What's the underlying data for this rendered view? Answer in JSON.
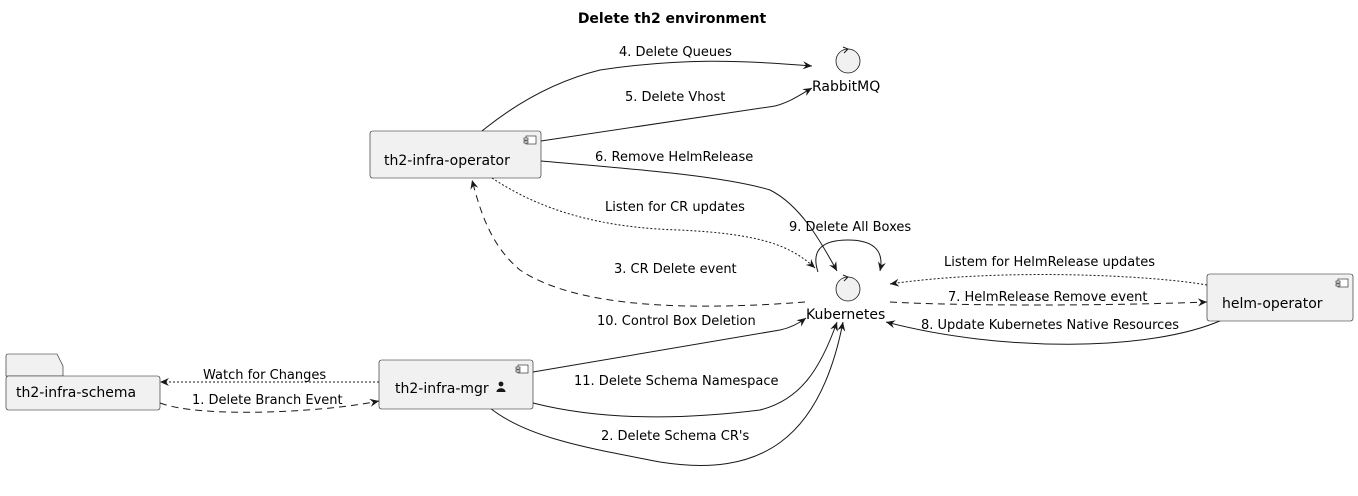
{
  "diagram": {
    "title": "Delete th2 environment",
    "nodes": {
      "infra_operator": "th2-infra-operator",
      "infra_mgr": "th2-infra-mgr",
      "infra_schema": "th2-infra-schema",
      "helm_operator": "helm-operator",
      "rabbitmq": "RabbitMQ",
      "kubernetes": "Kubernetes"
    },
    "edges": {
      "e1": "1. Delete Branch Event",
      "e2": "2. Delete Schema CR's",
      "e3": "3. CR Delete event",
      "e4": "4. Delete Queues",
      "e5": "5. Delete Vhost",
      "e6": "6. Remove HelmRelease",
      "e7": "7. HelmRelease Remove event",
      "e8": "8. Update Kubernetes Native Resources",
      "e9": "9. Delete All Boxes",
      "e10": "10. Control Box Deletion",
      "e11": "11. Delete Schema Namespace",
      "listen_cr": "Listen for CR updates",
      "listen_helm": "Listem for HelmRelease updates",
      "watch": "Watch for Changes"
    },
    "icons": {
      "component": "component-icon",
      "folder": "folder-icon",
      "control": "control-icon",
      "actor": "person-icon"
    },
    "colors": {
      "node_fill": "#f1f1f1",
      "stroke": "#181818"
    }
  }
}
